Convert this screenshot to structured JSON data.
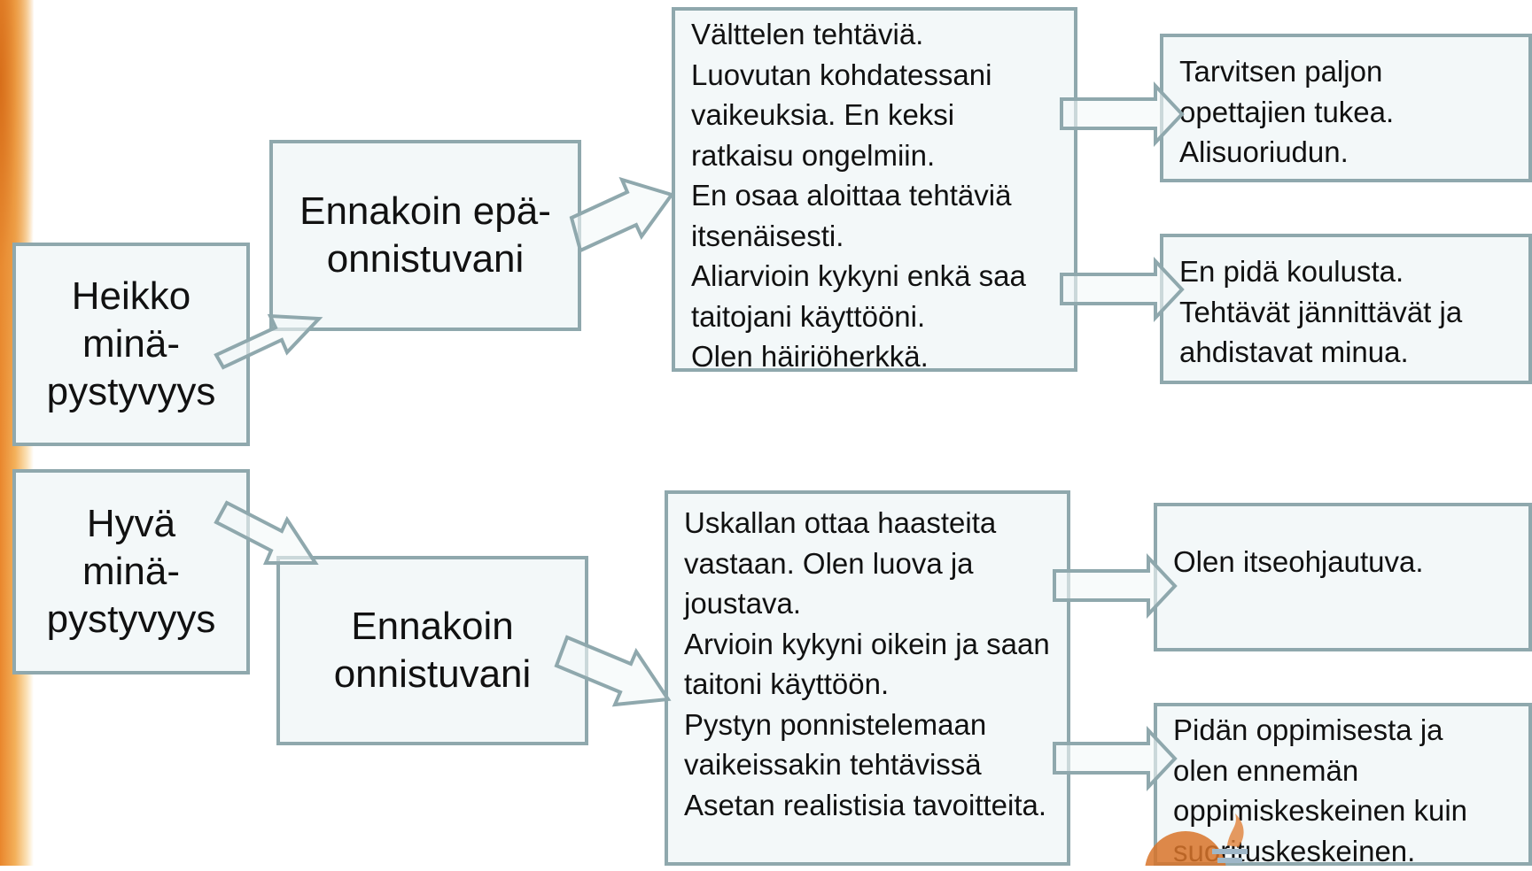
{
  "colors": {
    "box_fill": "#f3f8f9",
    "box_border": "#8fa8ad",
    "accent": "#e9862c"
  },
  "weak": {
    "start": "Heikko\nminä-\npystyvyys",
    "expect": "Ennakoin epä-\nonnistuvani",
    "behaviours": [
      "Välttelen tehtäviä.",
      "Luovutan kohdatessani vaikeuksia. En keksi ratkaisu ongelmiin.",
      "En osaa aloittaa tehtäviä itsenäisesti.",
      "Aliarvioin kykyni enkä saa taitojani käyttööni.",
      "Olen häiriöherkkä."
    ],
    "outcome1": "Tarvitsen paljon opettajien tukea. Alisuoriudun.",
    "outcome2": "En pidä koulusta. Tehtävät jännittävät ja ahdistavat minua."
  },
  "strong": {
    "start": "Hyvä\nminä-\npystyvyys",
    "expect": "Ennakoin\nonnistuvani",
    "behaviours": [
      "Uskallan ottaa haasteita vastaan. Olen luova ja joustava.",
      "Arvioin kykyni oikein ja saan taitoni käyttöön.",
      "Pystyn ponnistelemaan vaikeissakin tehtävissä",
      "Asetan realistisia tavoitteita."
    ],
    "outcome1": "Olen itseohjautuva.",
    "outcome2": "Pidän oppimisesta ja olen ennemän oppimiskeskeinen kuin suorituskeskeinen."
  }
}
